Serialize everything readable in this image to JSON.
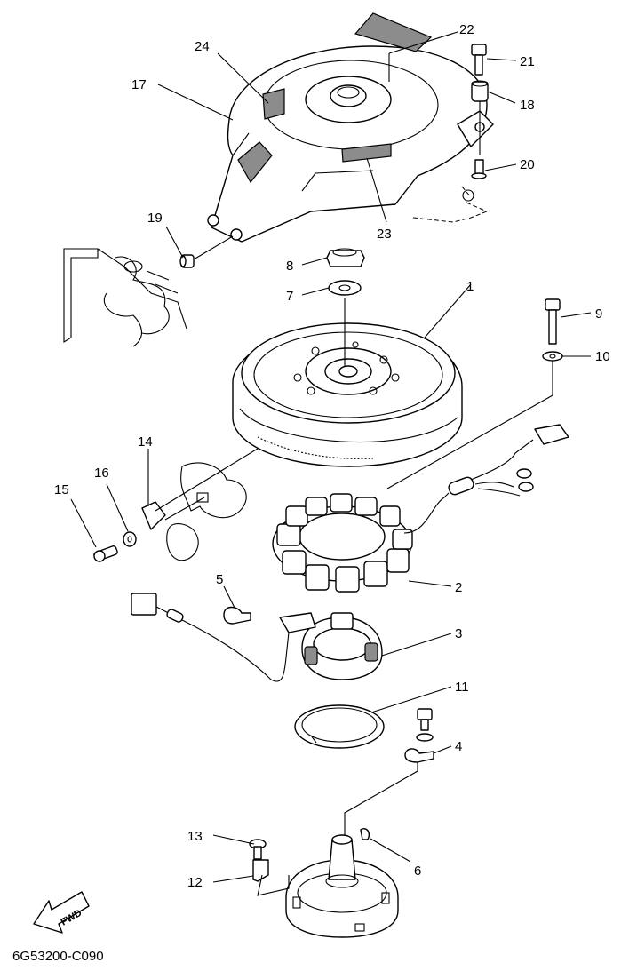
{
  "callouts": {
    "n1": "1",
    "n2": "2",
    "n3": "3",
    "n4": "4",
    "n5": "5",
    "n6": "6",
    "n7": "7",
    "n8": "8",
    "n9": "9",
    "n10": "10",
    "n11": "11",
    "n12": "12",
    "n13": "13",
    "n14": "14",
    "n15": "15",
    "n16": "16",
    "n17": "17",
    "n18": "18",
    "n19": "19",
    "n20": "20",
    "n21": "21",
    "n22": "22",
    "n23": "23",
    "n24": "24"
  },
  "direction_arrow": {
    "label": "FWD"
  },
  "drawing_code": "6G53200-C090"
}
